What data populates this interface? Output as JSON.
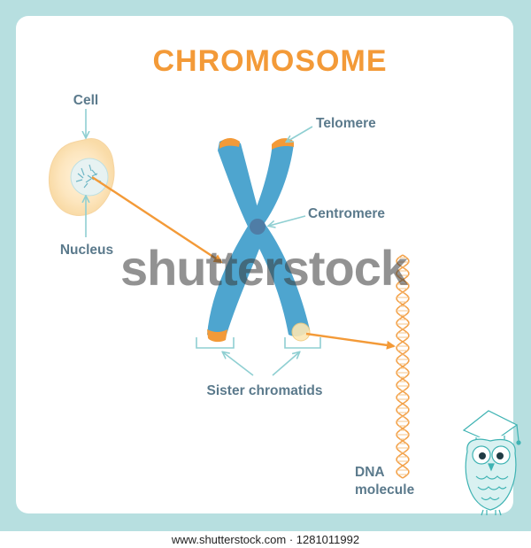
{
  "title": "CHROMOSOME",
  "labels": {
    "cell": "Cell",
    "nucleus": "Nucleus",
    "telomere": "Telomere",
    "centromere": "Centromere",
    "sister_chromatids": "Sister chromatids",
    "dna_line1": "DNA",
    "dna_line2": "molecule"
  },
  "watermark": "shutterstock",
  "footer": "www.shutterstock.com · 1281011992",
  "colors": {
    "frame": "#b7dfe0",
    "title": "#f39a38",
    "label": "#5b7a8c",
    "chromosome": "#4ea5cf",
    "telomere": "#f39a38",
    "centromere": "#4f7da6",
    "arrow": "#f39a38",
    "pointer": "#8fcfd2",
    "dna": "#f3a24a"
  }
}
